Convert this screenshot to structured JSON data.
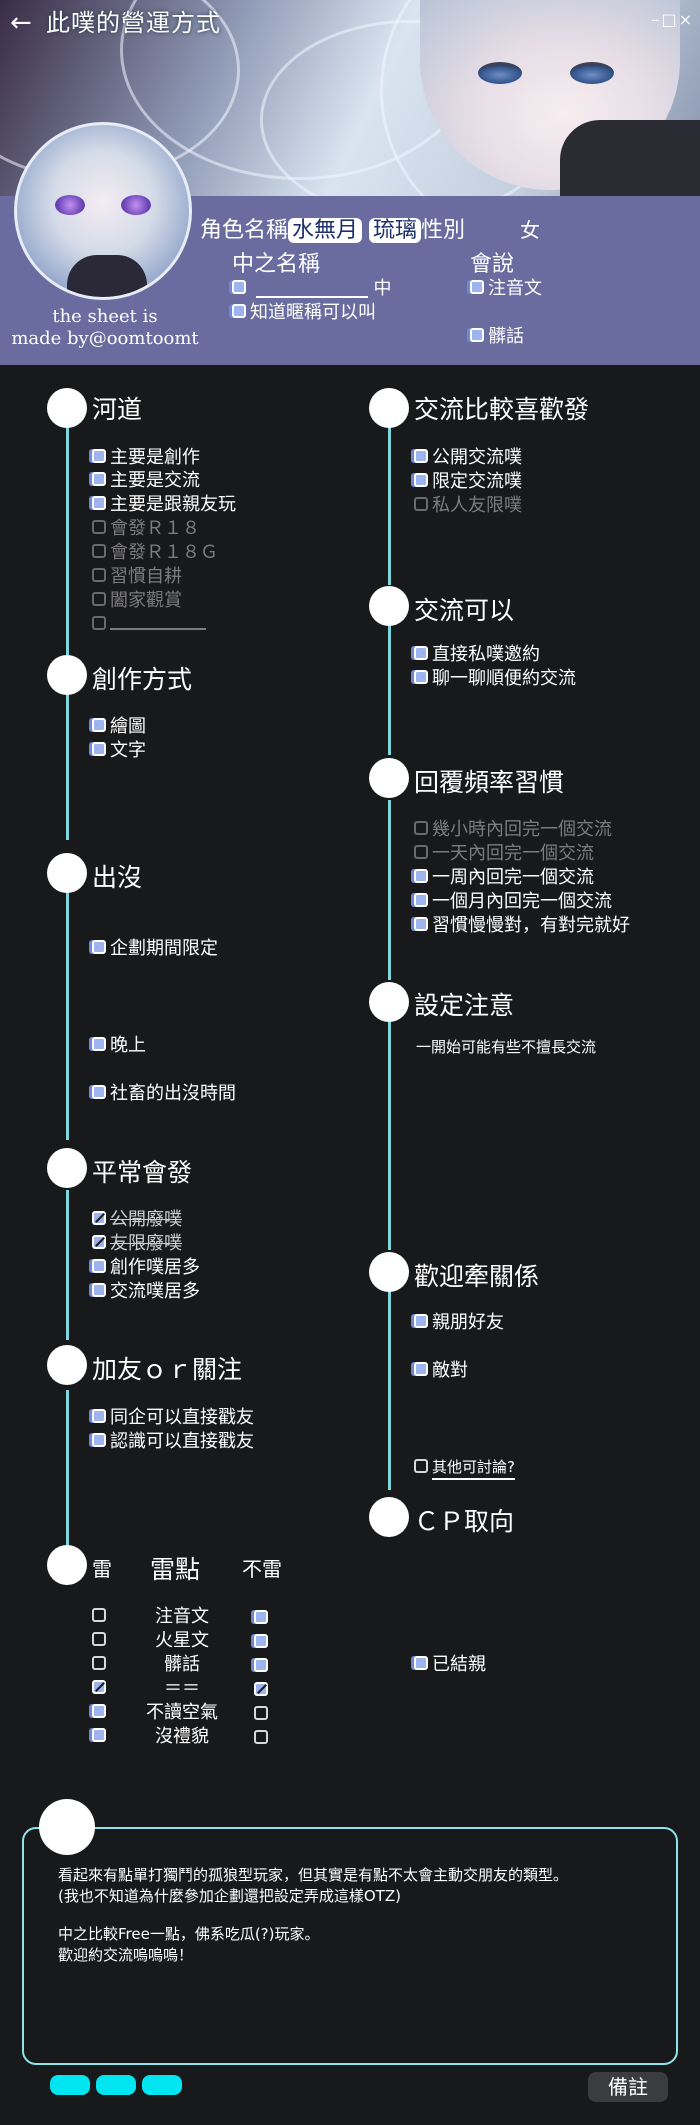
{
  "header": {
    "title": "此噗的營運方式",
    "back_icon": "←",
    "window_controls": "–□×",
    "credit_line1": "the sheet is",
    "credit_line2": "made by@oomtoomt"
  },
  "profile": {
    "character_name_label": "角色名稱",
    "character_name_value": "水無月",
    "character_name_value2": "琉璃",
    "gender_label": "性別",
    "gender_value": "女",
    "nakanohito_label": "中之名稱",
    "nakanohito_suffix": "中",
    "know_nickname_ok": "知道暱稱可以叫",
    "speech_label": "會說",
    "speech_items": [
      "注音文",
      "髒話"
    ]
  },
  "sections": {
    "river": {
      "title": "河道",
      "items": [
        "主要是創作",
        "主要是交流",
        "主要是跟親友玩",
        "會發Ｒ１８",
        "會發Ｒ１８Ｇ",
        "習慣自耕",
        "闔家觀賞"
      ]
    },
    "creation": {
      "title": "創作方式",
      "items": [
        "繪圖",
        "文字"
      ]
    },
    "appear": {
      "title": "出沒",
      "items": [
        "企劃期間限定",
        "晚上",
        "社畜的出沒時間"
      ]
    },
    "usually": {
      "title": "平常會發",
      "items": [
        "公開廢噗",
        "友限廢噗",
        "創作噗居多",
        "交流噗居多"
      ]
    },
    "follow": {
      "title": "加友ｏｒ關注",
      "items": [
        "同企可以直接戳友",
        "認識可以直接戳友"
      ]
    },
    "mine": {
      "title": "雷點",
      "left_header": "雷",
      "right_header": "不雷",
      "rows": [
        "注音文",
        "火星文",
        "髒話",
        "＝＝",
        "不讀空氣",
        "沒禮貌"
      ]
    },
    "exchange_pref": {
      "title": "交流比較喜歡發",
      "items": [
        "公開交流噗",
        "限定交流噗",
        "私人友限噗"
      ]
    },
    "exchange_ok": {
      "title": "交流可以",
      "items": [
        "直接私噗邀約",
        "聊一聊順便約交流"
      ]
    },
    "reply": {
      "title": "回覆頻率習慣",
      "items": [
        "幾小時內回完一個交流",
        "一天內回完一個交流",
        "一周內回完一個交流",
        "一個月內回完一個交流",
        "習慣慢慢對，有對完就好"
      ]
    },
    "setting_note": {
      "title": "設定注意",
      "text": "一開始可能有些不擅長交流"
    },
    "welcome": {
      "title": "歡迎牽關係",
      "items": [
        "親朋好友",
        "敵對"
      ],
      "other": "其他可討論?"
    },
    "cp": {
      "title": "ＣＰ取向",
      "items": [
        "已結親"
      ]
    }
  },
  "note": {
    "line1": "看起來有點單打獨鬥的孤狼型玩家，但其實是有點不太會主動交朋友的類型。",
    "line2": "(我也不知道為什麼參加企劃還把設定弄成這樣OTZ)",
    "line3": "中之比較Free一點，佛系吃瓜(?)玩家。",
    "line4": "歡迎約交流嗚嗚嗚！"
  },
  "footer": {
    "remark_button": "備註"
  },
  "colors": {
    "accent": "#7fd6df",
    "pill": "#00e5f0",
    "band": "#6a6ca0",
    "checkbox_on": "#9db4ee"
  }
}
